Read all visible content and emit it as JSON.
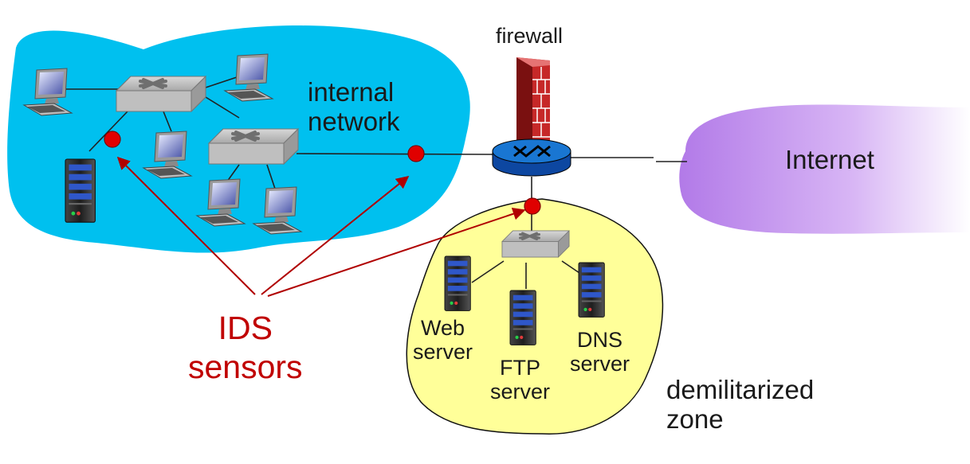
{
  "labels": {
    "firewall": "firewall",
    "internal_network": [
      "internal",
      "network"
    ],
    "internet": "Internet",
    "ids_sensors": [
      "IDS",
      "sensors"
    ],
    "web_server": [
      "Web",
      "server"
    ],
    "ftp_server": [
      "FTP",
      "server"
    ],
    "dns_server": [
      "DNS",
      "server"
    ],
    "dmz": [
      "demilitarized",
      "zone"
    ]
  },
  "colors": {
    "internal_network_fill": "#00c0ef",
    "dmz_fill": "#ffff99",
    "internet_fill": "#c58ef0",
    "ids_sensor": "#e00000",
    "ids_arrow": "#b00000",
    "router": "#1565c0",
    "firewall_brick": "#c62828",
    "link": "#222222"
  }
}
